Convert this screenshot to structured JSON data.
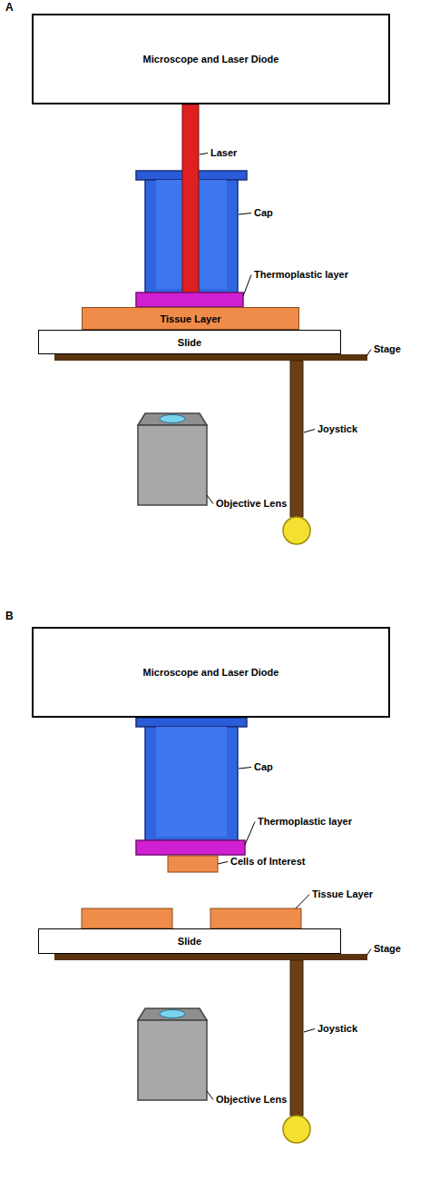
{
  "diagram": {
    "nodes": [
      {
        "text": [
          "Microscope and Laser Diode"
        ]
      },
      {
        "text": [
          "Tissue Layer"
        ]
      },
      {
        "text": [
          "Slide"
        ]
      },
      {
        "text": [
          "Microscope and Laser Diode"
        ]
      },
      {
        "text": [
          "Slide"
        ]
      }
    ],
    "labels": [
      "A",
      "Laser",
      "Cap",
      "Thermoplastic layer",
      "Stage",
      "Joystick",
      "Objective Lens",
      "B",
      "Cap",
      "Thermoplastic layer",
      "Cells of Interest",
      "Tissue Layer",
      "Stage",
      "Joystick",
      "Objective Lens"
    ]
  }
}
